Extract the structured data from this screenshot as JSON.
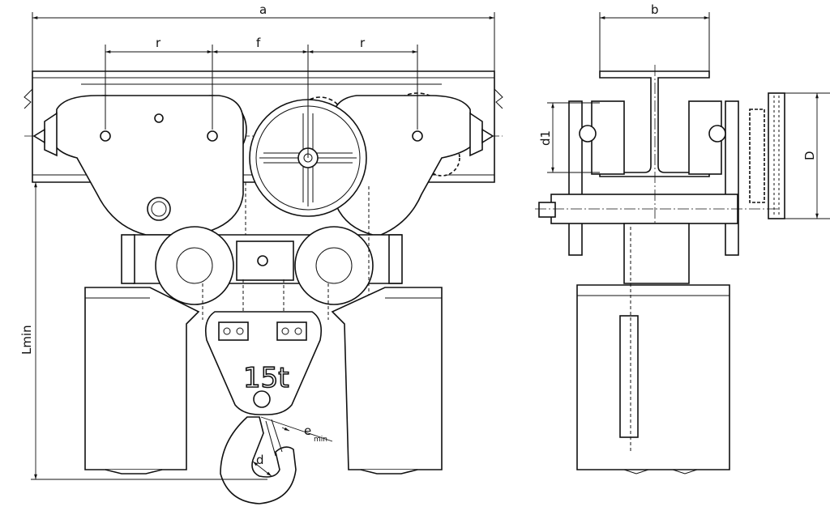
{
  "title": "Manual chain hoist with geared trolley – dimension drawing",
  "capacity_label": "15t",
  "dimensions": {
    "a": "a",
    "r_left": "r",
    "f": "f",
    "r_right": "r",
    "b": "b",
    "d1": "d1",
    "D": "D",
    "Lmin": "Lmin",
    "e": "e",
    "e_sub": "min",
    "d": "d"
  }
}
